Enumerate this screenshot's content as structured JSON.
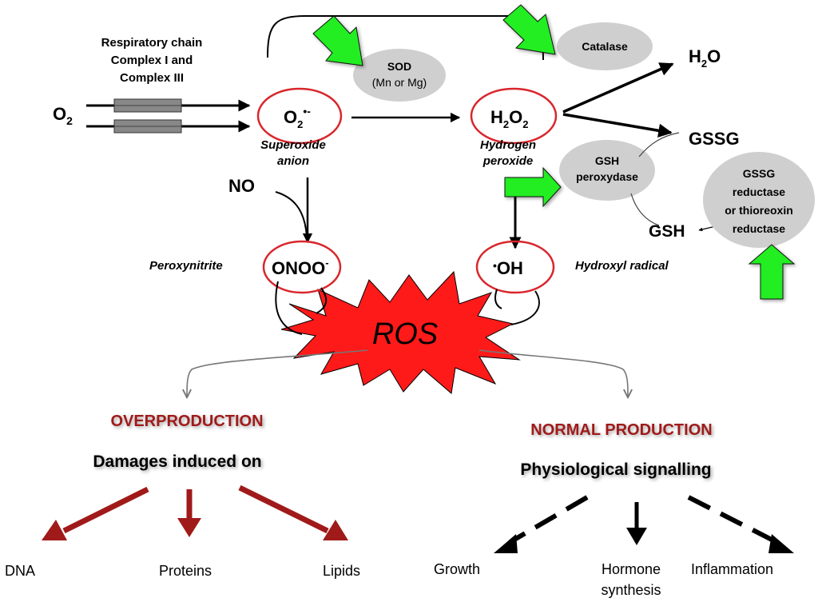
{
  "inputs": {
    "respiratory_line1": "Respiratory chain",
    "respiratory_line2": "Complex I and",
    "respiratory_line3": "Complex III",
    "o2_main": "O",
    "o2_sub": "2"
  },
  "enzymes": {
    "sod_title": "SOD",
    "sod_detail": "(Mn or Mg)",
    "catalase": "Catalase",
    "gsh_peroxidase_line1": "GSH",
    "gsh_peroxidase_line2": "peroxydase",
    "gssg_reductase_line1": "GSSG",
    "gssg_reductase_line2": "reductase",
    "gssg_reductase_line3": "or thioreoxin",
    "gssg_reductase_line4": "reductase"
  },
  "species": {
    "superoxide_formula": "O",
    "superoxide_sub": "2",
    "superoxide_sup": "•-",
    "superoxide_name_line1": "Superoxide",
    "superoxide_name_line2": "anion",
    "h2o2_h": "H",
    "h2o2_sub1": "2",
    "h2o2_o": "O",
    "h2o2_sub2": "2",
    "h2o2_name_line1": "Hydrogen",
    "h2o2_name_line2": "peroxide",
    "h2o_h": "H",
    "h2o_sub": "2",
    "h2o_o": "O",
    "gssg": "GSSG",
    "gsh": "GSH",
    "no": "NO",
    "peroxynitrite_formula": "ONOO",
    "peroxynitrite_sup": "-",
    "peroxynitrite_name": "Peroxynitrite",
    "hydroxyl_dot": "•",
    "hydroxyl_formula": "OH",
    "hydroxyl_name": "Hydroxyl radical",
    "ros": "ROS"
  },
  "overproduction": {
    "heading": "OVERPRODUCTION",
    "subheading": "Damages induced on",
    "targets": [
      "DNA",
      "Proteins",
      "Lipids"
    ]
  },
  "normal_production": {
    "heading": "NORMAL PRODUCTION",
    "subheading": "Physiological signalling",
    "outcome_growth": "Growth",
    "outcome_hormone_line1": "Hormone",
    "outcome_hormone_line2": "synthesis",
    "outcome_inflammation": "Inflammation"
  },
  "colors": {
    "species_ring": "#d9262c",
    "enzyme_fill": "#cfcfcf",
    "booster_arrow": "#22ee22",
    "ros_burst": "#ff1a1a",
    "overproduction": "#a01a1a",
    "normal_production": "#a01a1a",
    "complex_fill": "#888888"
  }
}
